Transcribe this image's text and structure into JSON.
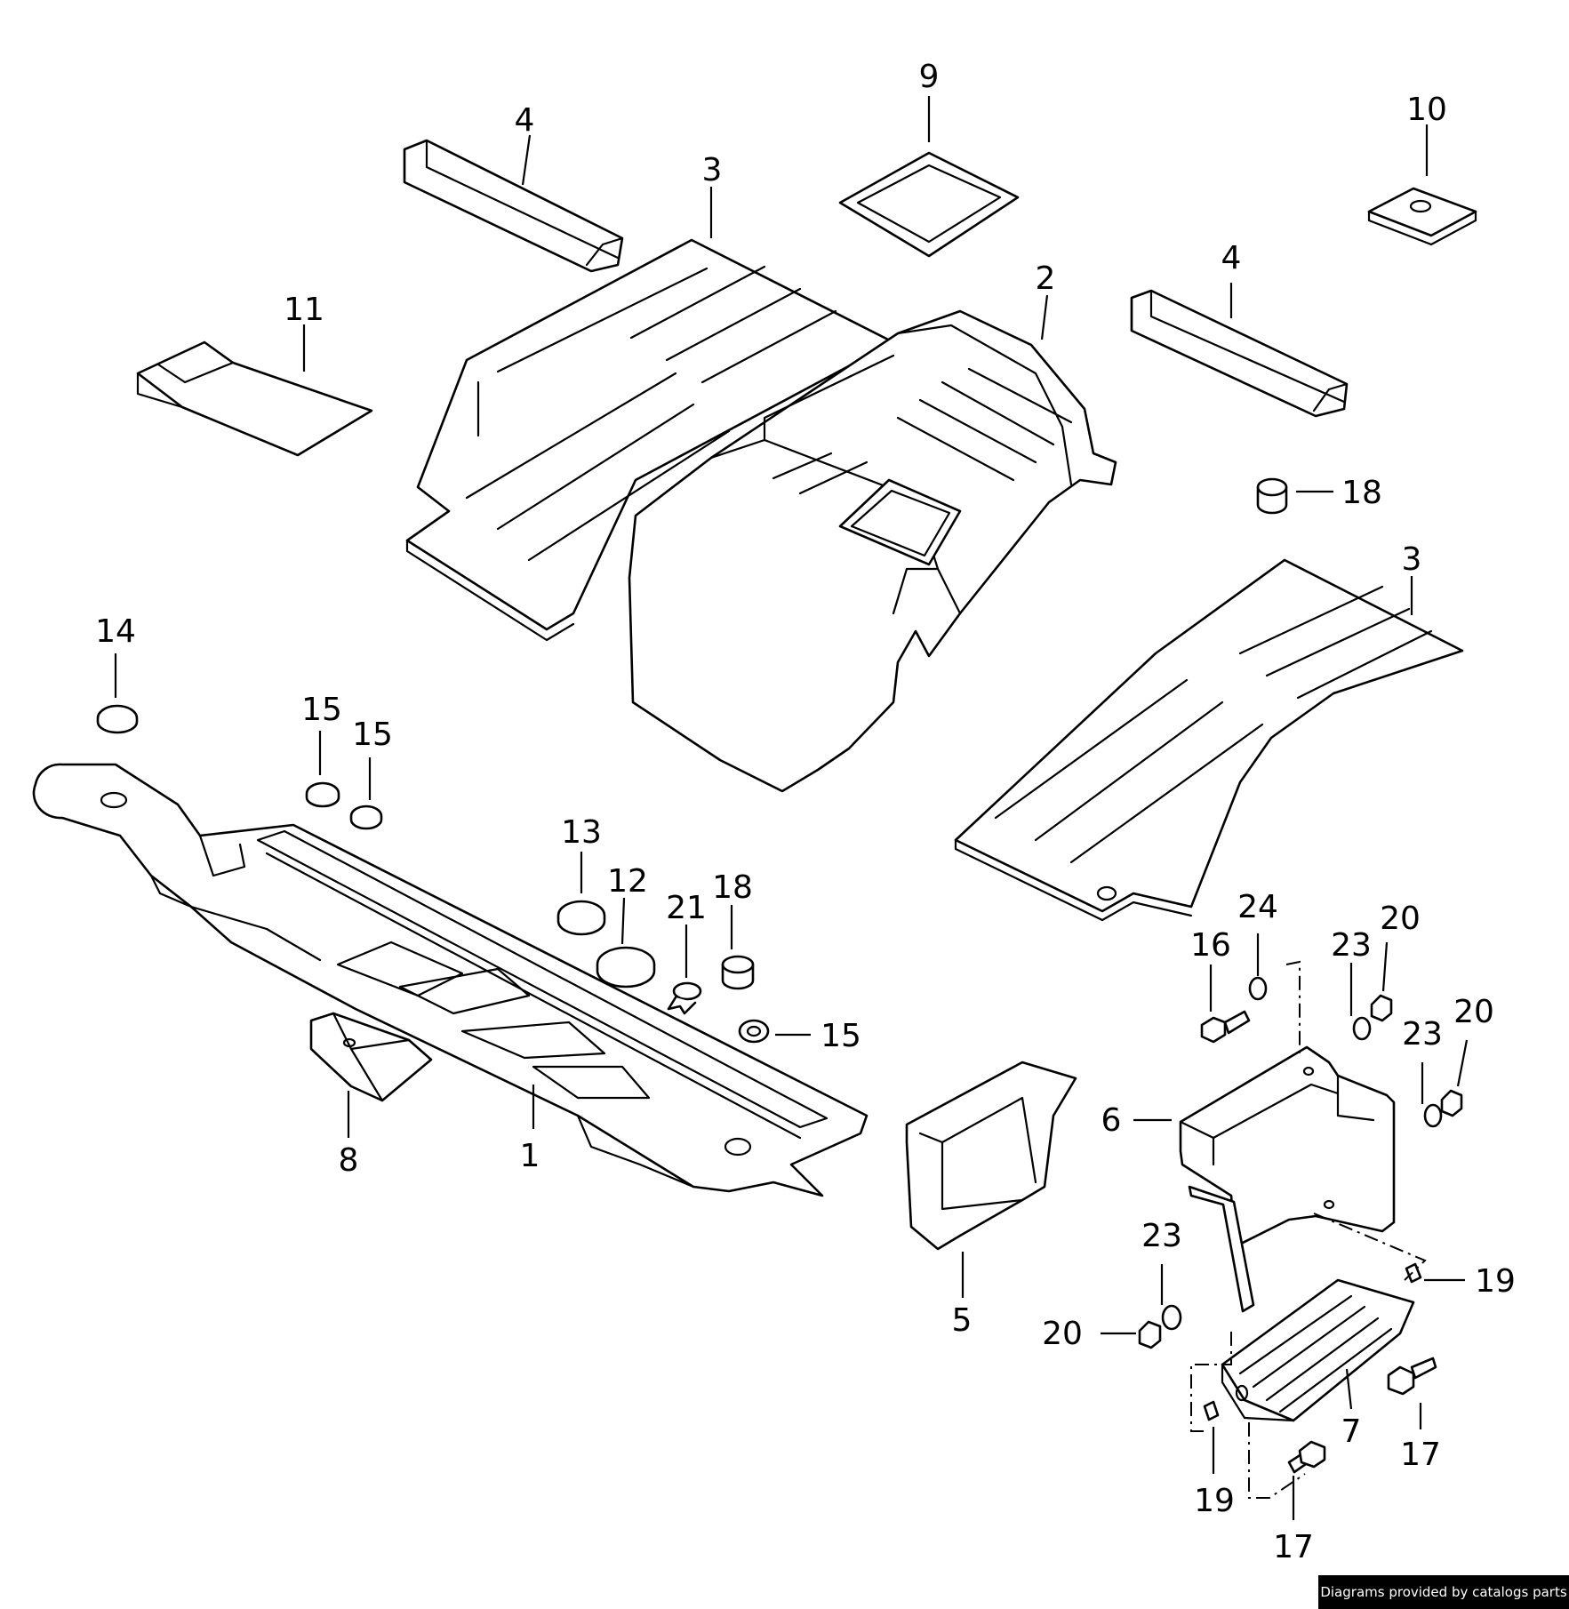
{
  "callouts": [
    {
      "id": "c1",
      "text": "1"
    },
    {
      "id": "c2",
      "text": "2"
    },
    {
      "id": "c3a",
      "text": "3"
    },
    {
      "id": "c3b",
      "text": "3"
    },
    {
      "id": "c4a",
      "text": "4"
    },
    {
      "id": "c4b",
      "text": "4"
    },
    {
      "id": "c5",
      "text": "5"
    },
    {
      "id": "c6",
      "text": "6"
    },
    {
      "id": "c7",
      "text": "7"
    },
    {
      "id": "c8",
      "text": "8"
    },
    {
      "id": "c9",
      "text": "9"
    },
    {
      "id": "c10",
      "text": "10"
    },
    {
      "id": "c11",
      "text": "11"
    },
    {
      "id": "c12",
      "text": "12"
    },
    {
      "id": "c13",
      "text": "13"
    },
    {
      "id": "c14",
      "text": "14"
    },
    {
      "id": "c15a",
      "text": "15"
    },
    {
      "id": "c15b",
      "text": "15"
    },
    {
      "id": "c15c",
      "text": "15"
    },
    {
      "id": "c16",
      "text": "16"
    },
    {
      "id": "c17a",
      "text": "17"
    },
    {
      "id": "c17b",
      "text": "17"
    },
    {
      "id": "c18a",
      "text": "18"
    },
    {
      "id": "c18b",
      "text": "18"
    },
    {
      "id": "c19a",
      "text": "19"
    },
    {
      "id": "c19b",
      "text": "19"
    },
    {
      "id": "c20a",
      "text": "20"
    },
    {
      "id": "c20b",
      "text": "20"
    },
    {
      "id": "c20c",
      "text": "20"
    },
    {
      "id": "c21",
      "text": "21"
    },
    {
      "id": "c23a",
      "text": "23"
    },
    {
      "id": "c23b",
      "text": "23"
    },
    {
      "id": "c23c",
      "text": "23"
    },
    {
      "id": "c24",
      "text": "24"
    }
  ],
  "credit": "Diagrams provided by catalogs parts",
  "colors": {
    "line": "#000000",
    "background": "#ffffff",
    "credit_bg": "#000000",
    "credit_text": "#ffffff"
  }
}
